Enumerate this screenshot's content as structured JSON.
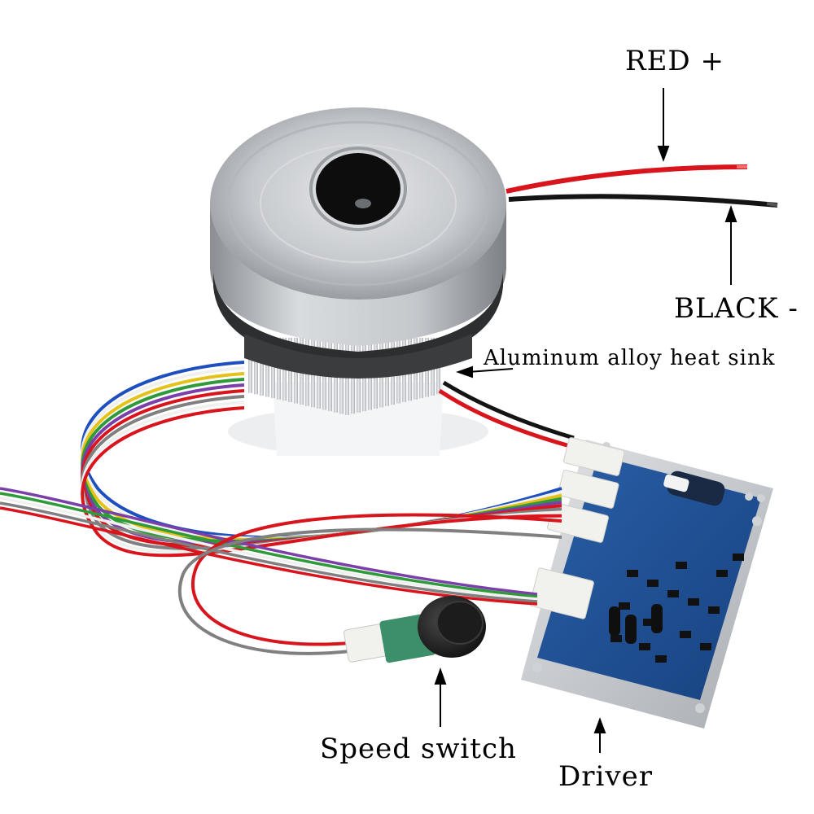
{
  "labels": {
    "red": "RED +",
    "black": "BLACK -",
    "heat_sink": "Aluminum alloy heat sink",
    "speed_switch": "Speed switch",
    "driver": "Driver"
  },
  "colors": {
    "background": "#ffffff",
    "wire_red": "#d8141c",
    "wire_black": "#141414",
    "pcb_blue": "#1f4f96",
    "motor_silver": "#c9ccd0",
    "knob_black": "#1c1c1c",
    "pot_green": "#3d8f6a"
  }
}
